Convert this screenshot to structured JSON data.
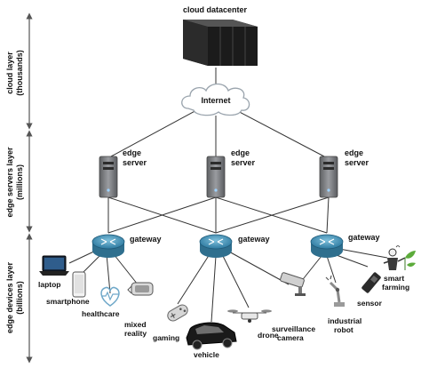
{
  "cloud": {
    "title": "cloud datacenter",
    "internet": "Internet"
  },
  "layers": {
    "cloud": [
      "cloud layer",
      "(thousands)"
    ],
    "edge_servers": [
      "edge servers layer",
      "(millions)"
    ],
    "edge_devices": [
      "edge devices layer",
      "(billions)"
    ]
  },
  "servers": [
    {
      "line1": "edge",
      "line2": "server"
    },
    {
      "line1": "edge",
      "line2": "server"
    },
    {
      "line1": "edge",
      "line2": "server"
    }
  ],
  "gateways": [
    {
      "label": "gateway"
    },
    {
      "label": "gateway"
    },
    {
      "label": "gateway"
    }
  ],
  "devices": {
    "laptop": "laptop",
    "smartphone": "smartphone",
    "healthcare": "healthcare",
    "mixed_reality": [
      "mixed",
      "reality"
    ],
    "gaming": "gaming",
    "vehicle": "vehicle",
    "drone": "drone",
    "surveillance_camera": [
      "surveillance",
      "camera"
    ],
    "industrial_robot": [
      "industrial",
      "robot"
    ],
    "sensor": "sensor",
    "smart_farming": [
      "smart",
      "farming"
    ]
  },
  "colors": {
    "server_body": "#7d7f83",
    "router_top": "#4a93b5",
    "router_side": "#2f6f8e",
    "datacenter": "#2a2a2a"
  }
}
